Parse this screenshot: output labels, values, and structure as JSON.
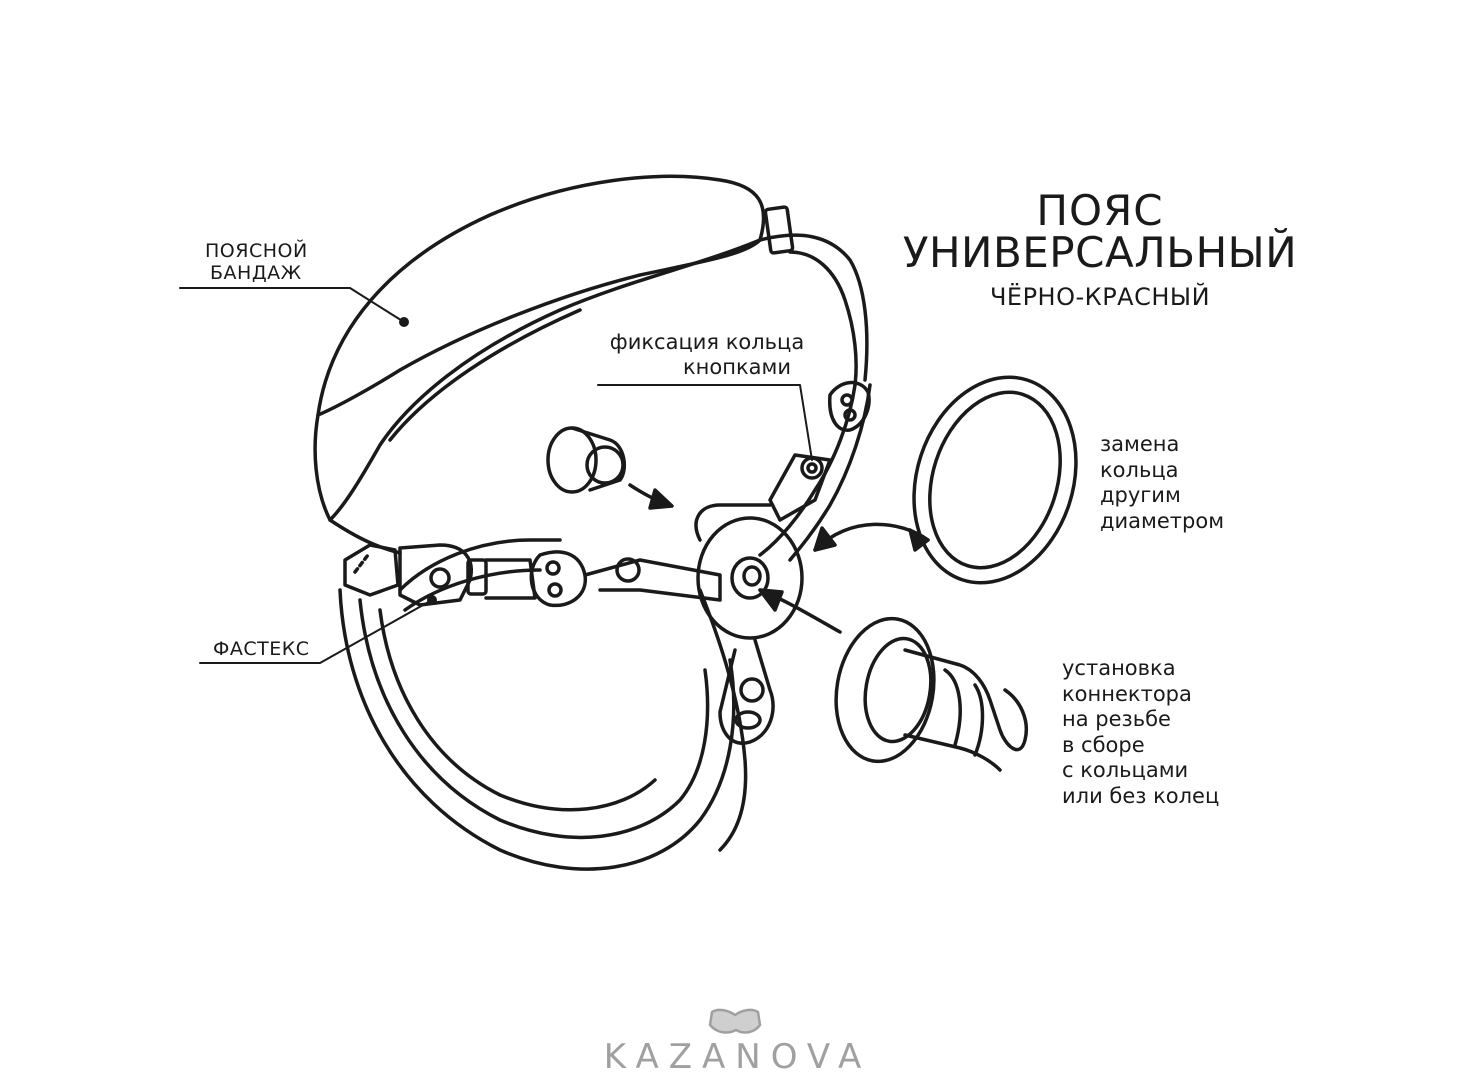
{
  "title": {
    "line1": "ПОЯС",
    "line2": "УНИВЕРСАЛЬНЫЙ",
    "line3": "ЧЁРНО-КРАСНЫЙ"
  },
  "callouts": {
    "waist_band": [
      "ПОЯСНОЙ",
      "БАНДАЖ"
    ],
    "fastex": [
      "ФАСТЕКС"
    ],
    "ring_fixation": [
      "фиксация кольца",
      "кнопками"
    ],
    "ring_replacement": [
      "замена",
      "кольца",
      "другим",
      "диаметром"
    ],
    "connector": [
      "установка",
      "коннектора",
      "на резьбе",
      "в сборе",
      "с кольцами",
      "или без колец"
    ]
  },
  "logo": {
    "text": "KAZANOVA",
    "color": "#a0a0a0",
    "icon": "mask-icon"
  },
  "colors": {
    "line": "#1a1a1a",
    "background": "#ffffff",
    "logo": "#a0a0a0"
  }
}
